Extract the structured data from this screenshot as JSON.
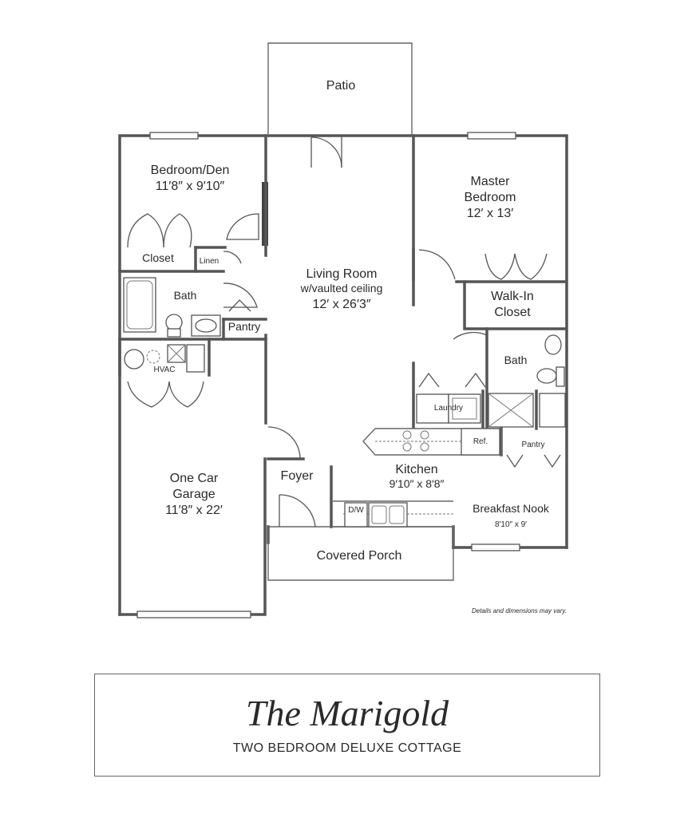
{
  "floorplan": {
    "rooms": {
      "patio": {
        "name": "Patio"
      },
      "bedroom_den": {
        "name": "Bedroom/Den",
        "dimensions": "11′8″ x 9′10″"
      },
      "closet": {
        "name": "Closet"
      },
      "linen": {
        "name": "Linen"
      },
      "bath_1": {
        "name": "Bath"
      },
      "pantry_1": {
        "name": "Pantry"
      },
      "hvac": {
        "name": "HVAC"
      },
      "living_room": {
        "name": "Living Room",
        "note": "w/vaulted ceiling",
        "dimensions": "12′ x 26′3″"
      },
      "master_bedroom": {
        "name_line1": "Master",
        "name_line2": "Bedroom",
        "dimensions": "12′ x 13′"
      },
      "walk_in_closet": {
        "name_line1": "Walk-In",
        "name_line2": "Closet"
      },
      "bath_2": {
        "name": "Bath"
      },
      "laundry": {
        "name": "Laundry"
      },
      "ref": {
        "name": "Ref."
      },
      "pantry_2": {
        "name": "Pantry"
      },
      "kitchen": {
        "name": "Kitchen",
        "dimensions": "9′10″ x 8′8″"
      },
      "dw": {
        "name": "D/W"
      },
      "breakfast_nook": {
        "name": "Breakfast Nook",
        "dimensions": "8′10″ x 9′"
      },
      "foyer": {
        "name": "Foyer"
      },
      "garage": {
        "name_line1": "One Car",
        "name_line2": "Garage",
        "dimensions": "11′8″ x 22′"
      },
      "covered_porch": {
        "name": "Covered Porch"
      }
    },
    "disclaimer": "Details and dimensions may vary."
  },
  "title_block": {
    "name": "The Marigold",
    "subtitle": "TWO BEDROOM DELUXE COTTAGE"
  }
}
